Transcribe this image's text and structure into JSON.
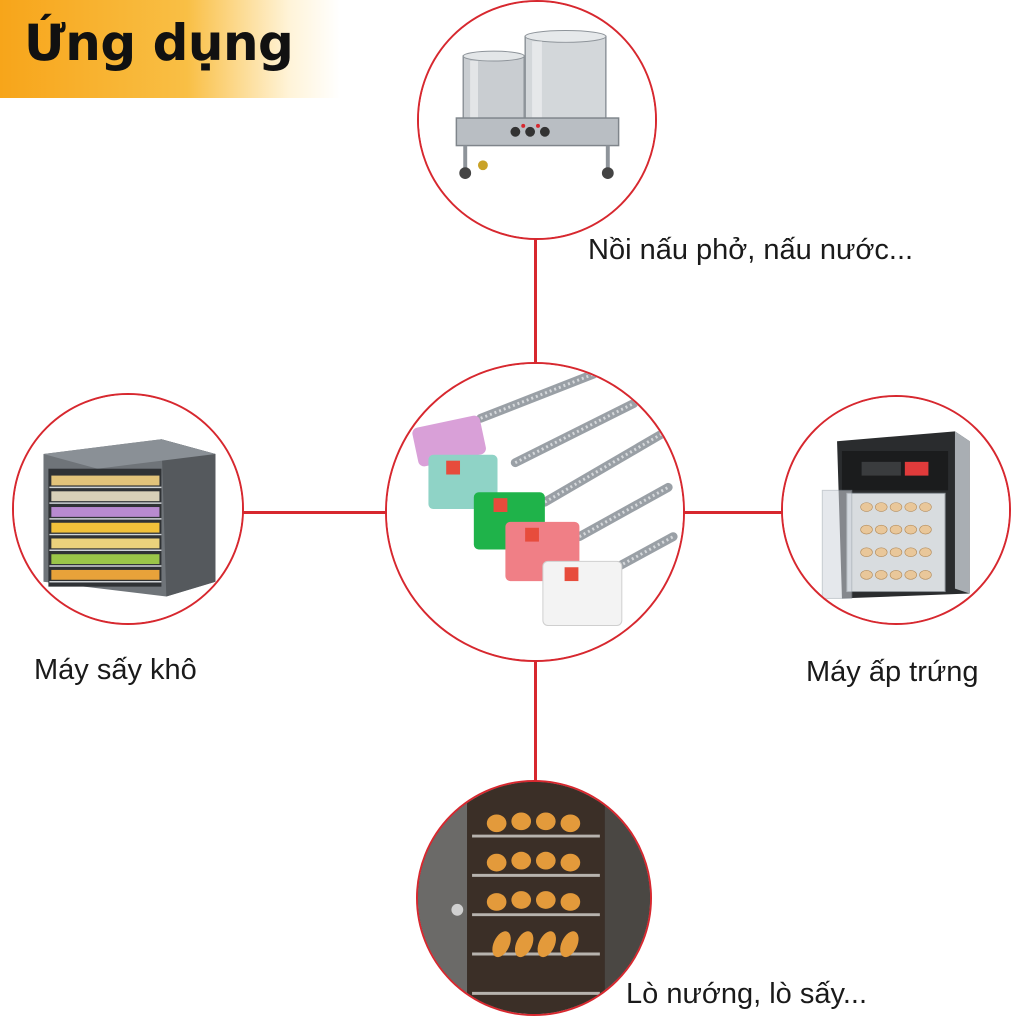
{
  "header": {
    "title": "Ứng dụng"
  },
  "nodes": {
    "center": {
      "image": "heating-element-photo"
    },
    "top": {
      "label": "Nồi nấu phở, nấu nước...",
      "image": "soup-pot-photo"
    },
    "left": {
      "label": "Máy sấy khô",
      "image": "food-dryer-photo"
    },
    "right": {
      "label": "Máy ấp trứng",
      "image": "egg-incubator-photo"
    },
    "bottom": {
      "label": "Lò nướng, lò sấy...",
      "image": "bread-oven-photo"
    }
  },
  "colors": {
    "accent": "#d7282f",
    "title_band": "#f7a51a"
  }
}
